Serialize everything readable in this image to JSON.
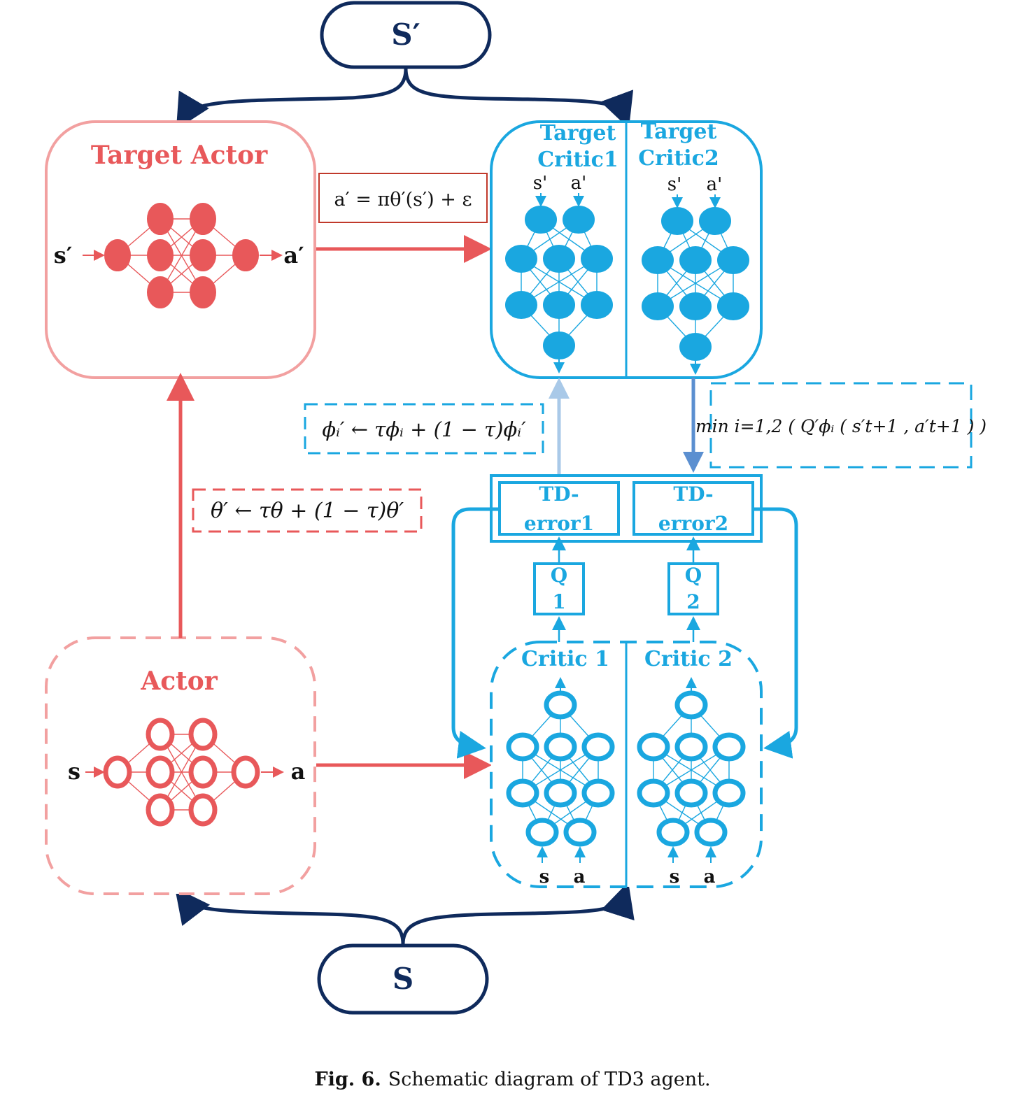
{
  "nodes": {
    "s_prime": "S′",
    "s": "S"
  },
  "target_actor": {
    "title": "Target Actor",
    "input": "s′",
    "output": "a′"
  },
  "actor": {
    "title": "Actor",
    "input": "s",
    "output": "a"
  },
  "target_critics": [
    {
      "title_line1": "Target",
      "title_line2": "Critic1",
      "input_s": "s'",
      "input_a": "a'"
    },
    {
      "title_line1": "Target",
      "title_line2": "Critic2",
      "input_s": "s'",
      "input_a": "a'"
    }
  ],
  "critics": [
    {
      "title": "Critic 1",
      "input_s": "s",
      "input_a": "a"
    },
    {
      "title": "Critic 2",
      "input_s": "s",
      "input_a": "a"
    }
  ],
  "td_errors": [
    {
      "line1": "TD-",
      "line2": "error1"
    },
    {
      "line1": "TD-",
      "line2": "error2"
    }
  ],
  "q_boxes": [
    {
      "line1": "Q",
      "line2": "1"
    },
    {
      "line1": "Q",
      "line2": "2"
    }
  ],
  "formulas": {
    "target_action": "a′ = πθ′(s′) + ε",
    "actor_soft_update": "θ′ ← τθ + (1 − τ)θ′",
    "critic_soft_update": "ϕᵢ′ ← τϕᵢ + (1 − τ)ϕᵢ′",
    "min_target": "min i=1,2 ( Q′ϕᵢ ( s′t+1 , a′t+1 ) )"
  },
  "caption": {
    "label": "Fig. 6.",
    "text": "Schematic diagram of TD3 agent."
  },
  "colors": {
    "red": "#e8585a",
    "red_light": "#f2a0a0",
    "blue": "#1aa7e0",
    "blue_light": "#a9c9e8",
    "navy": "#0f2a5c",
    "arrow_blue": "#5b8fd0"
  }
}
